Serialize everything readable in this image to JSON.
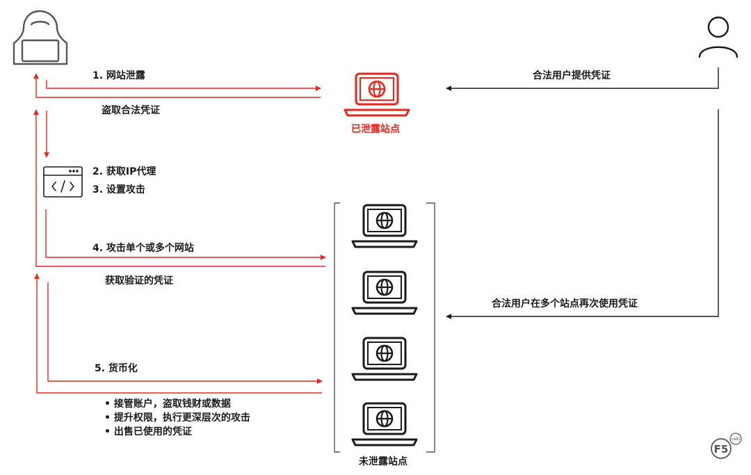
{
  "steps": {
    "step1": "1. 网站泄露",
    "steal": "盗取合法凭证",
    "step2": "2. 获取IP代理",
    "step3": "3. 设置攻击",
    "step4": "4. 攻击单个或多个网站",
    "verified": "获取验证的凭证",
    "step5": "5. 货币化"
  },
  "monetize_items": [
    "接管账户，盗取钱财或数据",
    "提升权限，执行更深层次的攻击",
    "出售已使用的凭证"
  ],
  "user_labels": {
    "provide": "合法用户提供凭证",
    "reuse": "合法用户在多个站点再次使用凭证"
  },
  "site_labels": {
    "breached": "已泄露站点",
    "unbreached": "未泄露站点"
  },
  "logo": {
    "mark": "F5",
    "sub": "LABS"
  },
  "colors": {
    "red": "#e8261c",
    "black": "#1a1a1a",
    "gray": "#555555"
  },
  "icons": [
    "hacker-icon",
    "user-icon",
    "code-window-icon",
    "laptop-globe-icon",
    "f5-labs-logo"
  ]
}
